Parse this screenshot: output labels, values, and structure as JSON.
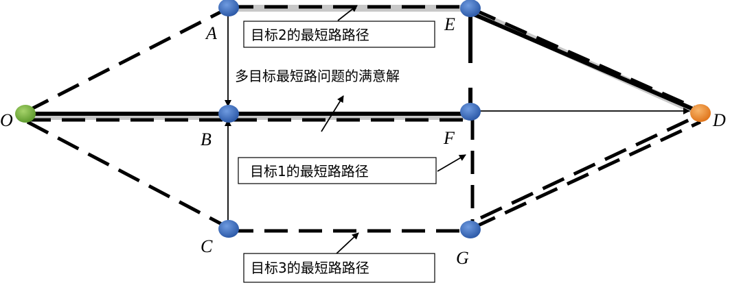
{
  "nodes": {
    "O": "O",
    "A": "A",
    "B": "B",
    "C": "C",
    "D": "D",
    "E": "E",
    "F": "F",
    "G": "G"
  },
  "annotations": {
    "goal2_path": "目标2的最短路路径",
    "multi_goal_solution": "多目标最短路问题的满意解",
    "goal1_path": "目标1的最短路路径",
    "goal3_path": "目标3的最短路路径"
  },
  "colors": {
    "origin_node": "#7cb342",
    "destination_node": "#f08a2c",
    "intermediate_node": "#3a6fc4",
    "path_shadow": "#c8c8c8",
    "line": "#000000"
  }
}
